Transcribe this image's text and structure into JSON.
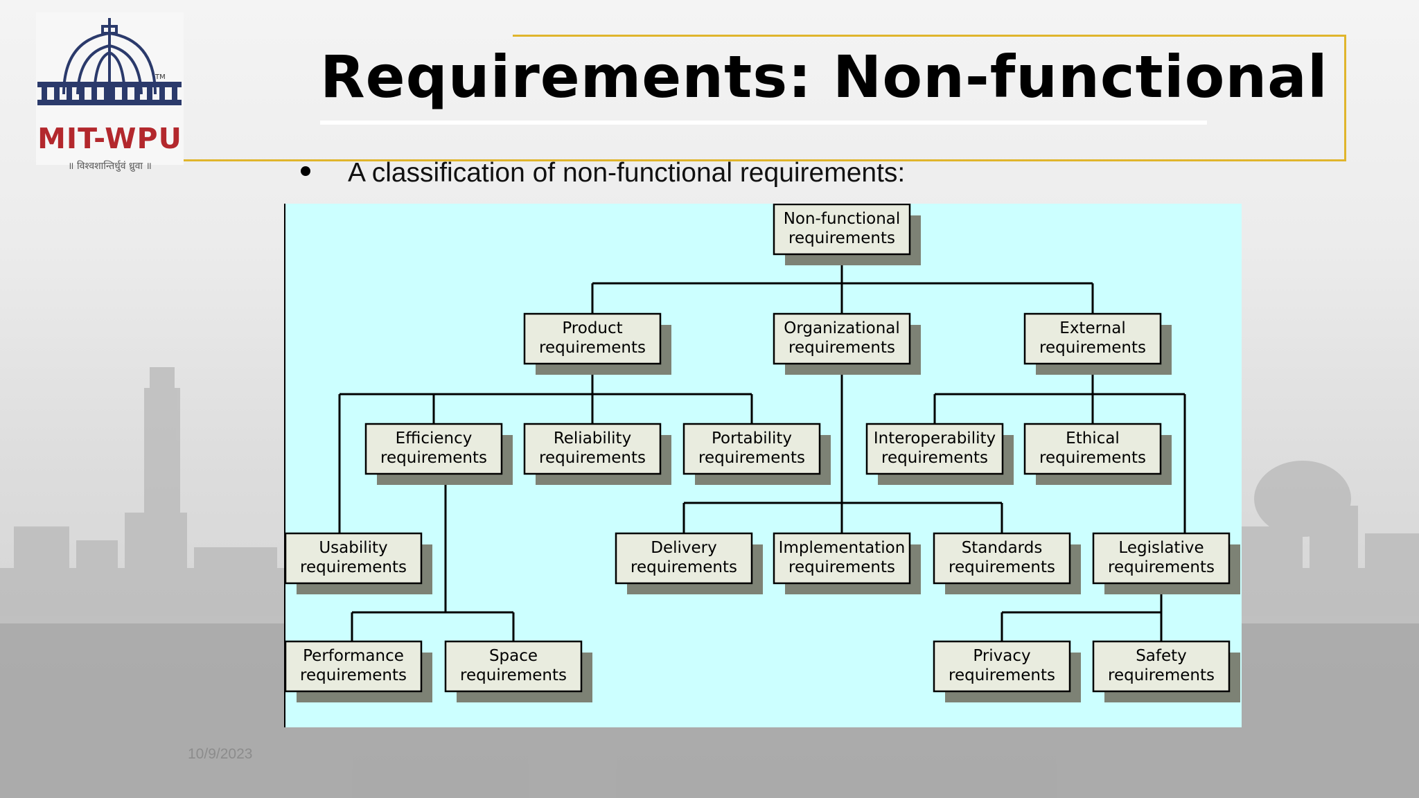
{
  "logo": {
    "name": "MIT-WPU",
    "tagline": "॥ विश्वशान्तिर्धुवं ध्रुवा ॥",
    "trademark": "TM"
  },
  "slide": {
    "title": "Requirements: Non-functional",
    "bullet": "A classification of non-functional requirements:",
    "date": "10/9/2023"
  },
  "colors": {
    "accent_frame": "#e0b52c",
    "diagram_bg": "#ccffff",
    "box_fill": "#e9ecdf",
    "box_shadow": "#7d8275",
    "logo_red": "#b3282d"
  },
  "diagram": {
    "nodes": [
      {
        "id": "nfr",
        "label": [
          "Non-functional",
          "requirements"
        ]
      },
      {
        "id": "prod",
        "label": [
          "Product",
          "requirements"
        ]
      },
      {
        "id": "org",
        "label": [
          "Organizational",
          "requirements"
        ]
      },
      {
        "id": "ext",
        "label": [
          "External",
          "requirements"
        ]
      },
      {
        "id": "eff",
        "label": [
          "Efficiency",
          "requirements"
        ]
      },
      {
        "id": "rel",
        "label": [
          "Reliability",
          "requirements"
        ]
      },
      {
        "id": "port",
        "label": [
          "Portability",
          "requirements"
        ]
      },
      {
        "id": "inter",
        "label": [
          "Interoperability",
          "requirements"
        ]
      },
      {
        "id": "eth",
        "label": [
          "Ethical",
          "requirements"
        ]
      },
      {
        "id": "use",
        "label": [
          "Usability",
          "requirements"
        ]
      },
      {
        "id": "del",
        "label": [
          "Delivery",
          "requirements"
        ]
      },
      {
        "id": "impl",
        "label": [
          "Implementation",
          "requirements"
        ]
      },
      {
        "id": "std",
        "label": [
          "Standards",
          "requirements"
        ]
      },
      {
        "id": "legis",
        "label": [
          "Legislative",
          "requirements"
        ]
      },
      {
        "id": "perf",
        "label": [
          "Performance",
          "requirements"
        ]
      },
      {
        "id": "space",
        "label": [
          "Space",
          "requirements"
        ]
      },
      {
        "id": "priv",
        "label": [
          "Privacy",
          "requirements"
        ]
      },
      {
        "id": "safe",
        "label": [
          "Safety",
          "requirements"
        ]
      }
    ],
    "edges": [
      [
        "nfr",
        "prod"
      ],
      [
        "nfr",
        "org"
      ],
      [
        "nfr",
        "ext"
      ],
      [
        "prod",
        "use"
      ],
      [
        "prod",
        "eff"
      ],
      [
        "prod",
        "rel"
      ],
      [
        "prod",
        "port"
      ],
      [
        "org",
        "del"
      ],
      [
        "org",
        "impl"
      ],
      [
        "org",
        "std"
      ],
      [
        "ext",
        "inter"
      ],
      [
        "ext",
        "eth"
      ],
      [
        "ext",
        "legis"
      ],
      [
        "eff",
        "perf"
      ],
      [
        "eff",
        "space"
      ],
      [
        "legis",
        "priv"
      ],
      [
        "legis",
        "safe"
      ]
    ]
  }
}
